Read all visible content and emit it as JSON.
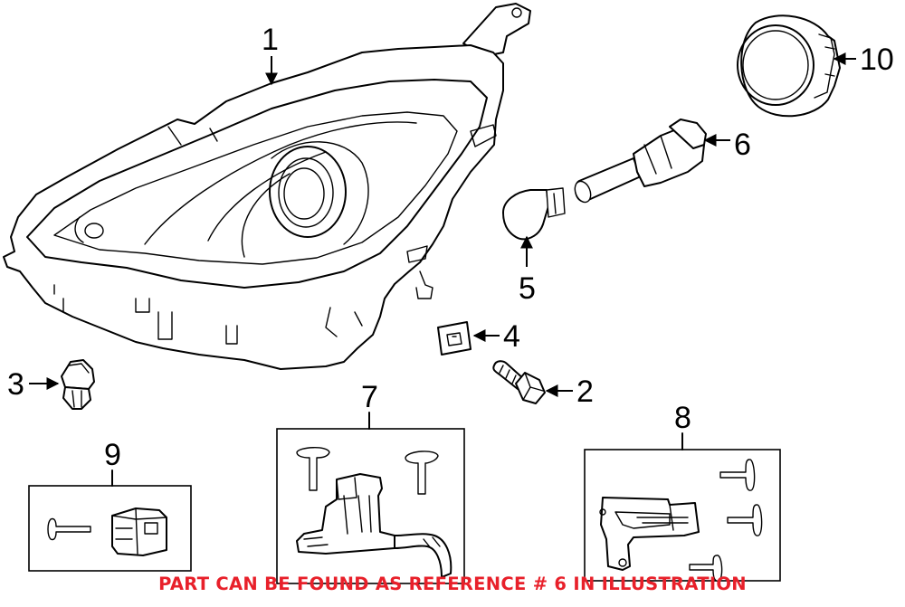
{
  "callouts": {
    "c1": "1",
    "c2": "2",
    "c3": "3",
    "c4": "4",
    "c5": "5",
    "c6": "6",
    "c7": "7",
    "c8": "8",
    "c9": "9",
    "c10": "10"
  },
  "footer_note": "PART CAN BE FOUND AS REFERENCE # 6 IN ILLUSTRATION",
  "colors": {
    "footer_text": "#e8202a",
    "line_art": "#000000",
    "background": "#ffffff"
  }
}
